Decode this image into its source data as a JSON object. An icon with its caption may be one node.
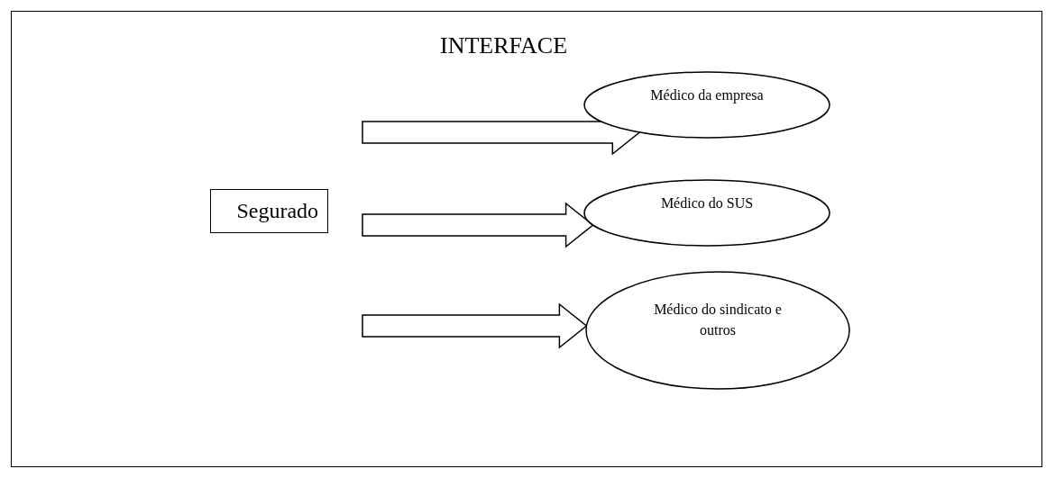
{
  "diagram": {
    "nodes": [
      {
        "text": [
          "Segurado"
        ]
      },
      {
        "text": [
          "Médico da empresa"
        ]
      },
      {
        "text": [
          "Médico do SUS"
        ]
      },
      {
        "text": [
          "Médico do sindicato e outros"
        ]
      }
    ],
    "edges": [
      {
        "from": null,
        "to": 1,
        "arrow": "to"
      },
      {
        "from": null,
        "to": 2,
        "arrow": "to"
      },
      {
        "from": null,
        "to": 3,
        "arrow": "to"
      }
    ],
    "labels": [
      "INTERFACE"
    ]
  }
}
